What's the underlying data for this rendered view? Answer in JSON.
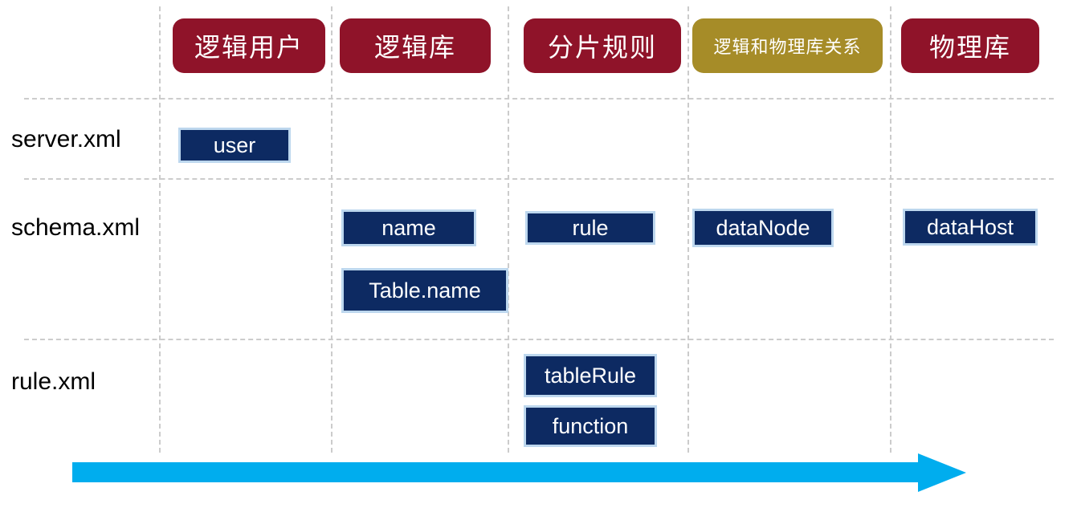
{
  "colors": {
    "red": "#8f1329",
    "gold": "#a68c28",
    "navy": "#0d2a62",
    "box_border": "#bdd7ee",
    "arrow": "#00adee",
    "grid": "#cccccc",
    "label_text": "#000000",
    "header_text": "#ffffff",
    "box_text": "#ffffff"
  },
  "headers": [
    {
      "label": "逻辑用户",
      "color": "#8f1329"
    },
    {
      "label": "逻辑库",
      "color": "#8f1329"
    },
    {
      "label": "分片规则",
      "color": "#8f1329"
    },
    {
      "label": "逻辑和物理库关系",
      "color": "#a68c28"
    },
    {
      "label": "物理库",
      "color": "#8f1329"
    }
  ],
  "rows": [
    {
      "label": "server.xml"
    },
    {
      "label": "schema.xml"
    },
    {
      "label": "rule.xml"
    }
  ],
  "cells": [
    {
      "row": "server.xml",
      "column": "逻辑用户",
      "label": "user"
    },
    {
      "row": "schema.xml",
      "column": "逻辑库",
      "label": "name"
    },
    {
      "row": "schema.xml",
      "column": "逻辑库",
      "label": "Table.name"
    },
    {
      "row": "schema.xml",
      "column": "分片规则",
      "label": "rule"
    },
    {
      "row": "schema.xml",
      "column": "逻辑和物理库关系",
      "label": "dataNode"
    },
    {
      "row": "schema.xml",
      "column": "物理库",
      "label": "dataHost"
    },
    {
      "row": "rule.xml",
      "column": "分片规则",
      "label": "tableRule"
    },
    {
      "row": "rule.xml",
      "column": "分片规则",
      "label": "function"
    }
  ],
  "arrow": {
    "icon": "right-arrow-icon",
    "direction": "right"
  }
}
